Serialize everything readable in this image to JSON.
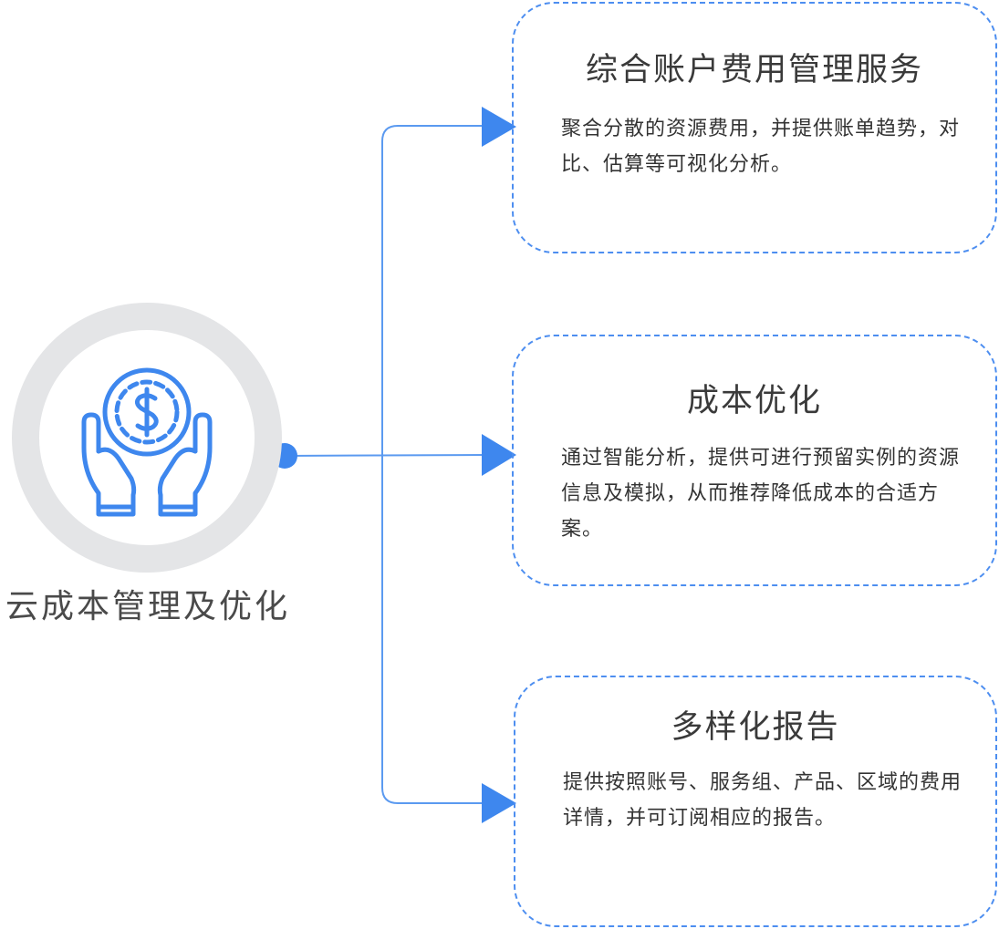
{
  "hub": {
    "label": "云成本管理及优化",
    "icon": "hands-holding-dollar-coin-icon"
  },
  "colors": {
    "accent": "#4d8ef0",
    "connector": "#5b9af0",
    "ring": "#e4e5e7",
    "text": "#333333"
  },
  "cards": [
    {
      "title": "综合账户费用管理服务",
      "desc": "聚合分散的资源费用，并提供账单趋势，对比、估算等可视化分析。"
    },
    {
      "title": "成本优化",
      "desc": "通过智能分析，提供可进行预留实例的资源信息及模拟，从而推荐降低成本的合适方案。"
    },
    {
      "title": "多样化报告",
      "desc": "提供按照账号、服务组、产品、区域的费用详情，并可订阅相应的报告。"
    }
  ]
}
